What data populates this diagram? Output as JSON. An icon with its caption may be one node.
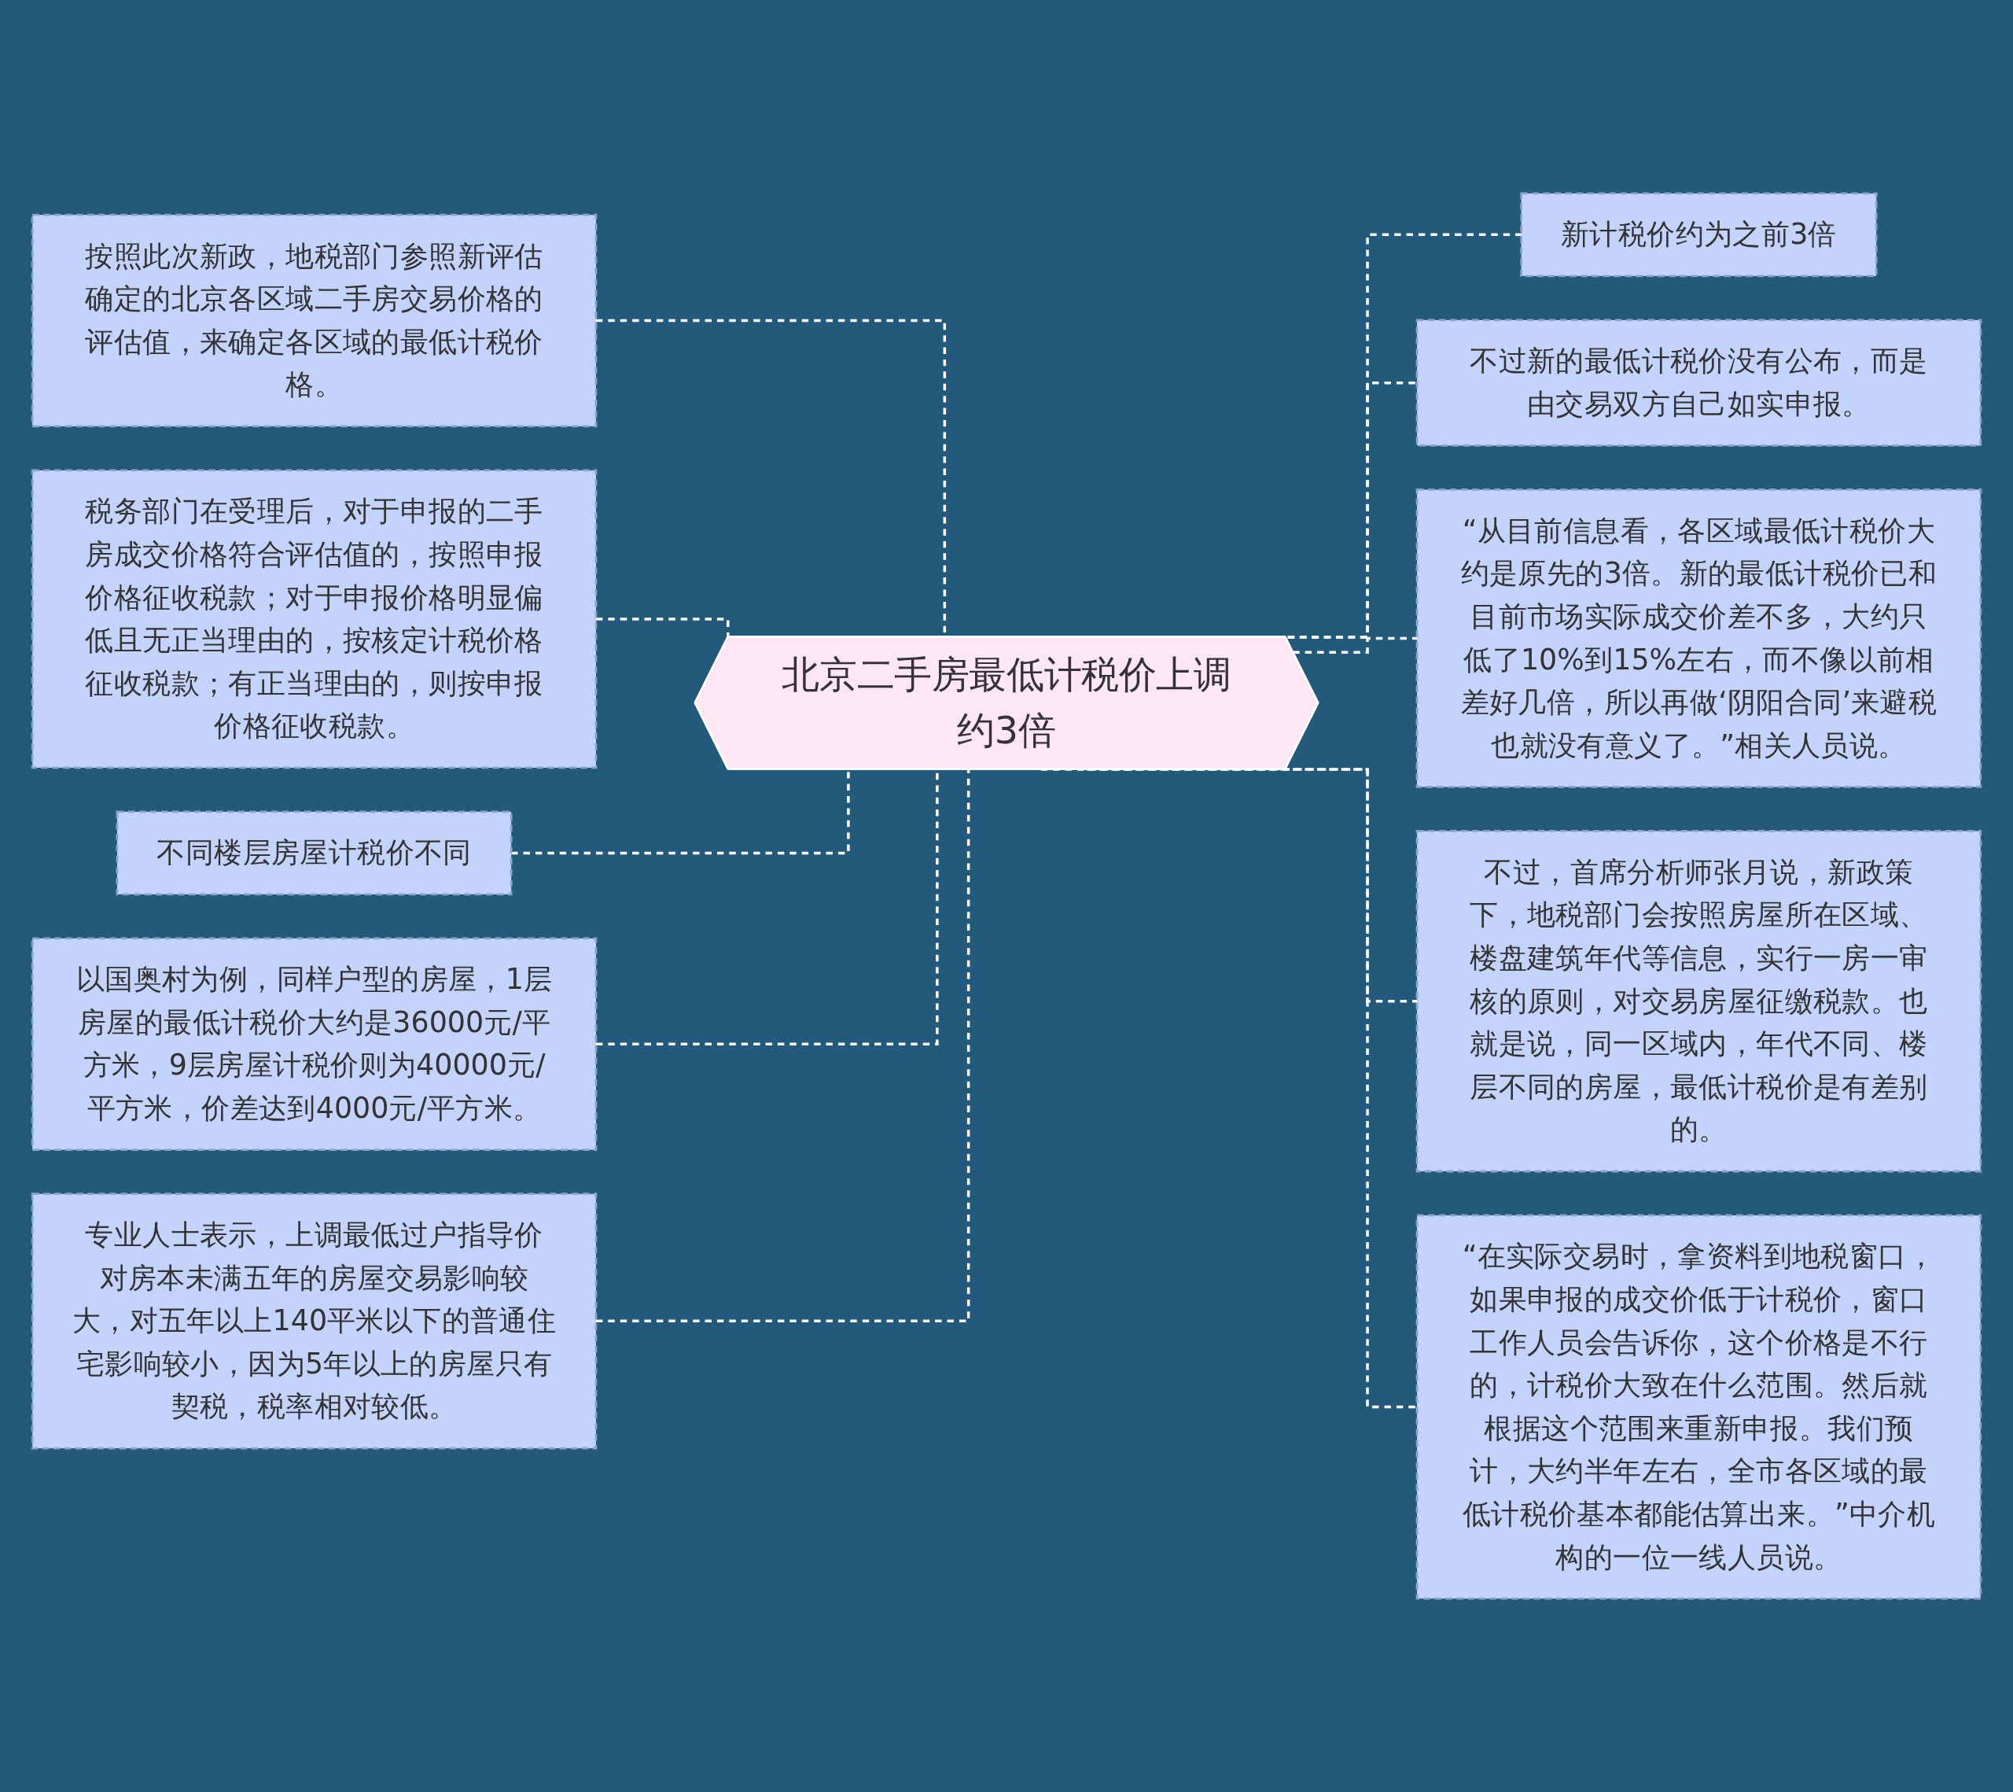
{
  "diagram": {
    "nodes": [
      {
        "text": [
          "北京二手房最低计税价上调约3倍"
        ]
      },
      {
        "text": [
          "按照此次新政，地税部门参照新评估确定的北京各区域二手房交易价格的评估值，来确定各区域的最低计税价格。"
        ]
      },
      {
        "text": [
          "税务部门在受理后，对于申报的二手房成交价格符合评估值的，按照申报价格征收税款；对于申报价格明显偏低且无正当理由的，按核定计税价格征收税款；有正当理由的，则按申报价格征收税款。"
        ]
      },
      {
        "text": [
          "不同楼层房屋计税价不同"
        ]
      },
      {
        "text": [
          "以国奥村为例，同样户型的房屋，1层房屋的最低计税价大约是36000元/平方米，9层房屋计税价则为40000元/平方米，价差达到4000元/平方米。"
        ]
      },
      {
        "text": [
          "专业人士表示，上调最低过户指导价对房本未满五年的房屋交易影响较大，对五年以上140平米以下的普通住宅影响较小，因为5年以上的房屋只有契税，税率相对较低。"
        ]
      },
      {
        "text": [
          "新计税价约为之前3倍"
        ]
      },
      {
        "text": [
          "不过新的最低计税价没有公布，而是由交易双方自己如实申报。"
        ]
      },
      {
        "text": [
          "“从目前信息看，各区域最低计税价大约是原先的3倍。新的最低计税价已和目前市场实际成交价差不多，大约只低了10%到15%左右，而不像以前相差好几倍，所以再做‘阴阳合同’来避税也就没有意义了。”相关人员说。"
        ]
      },
      {
        "text": [
          "不过，首席分析师张月说，新政策下，地税部门会按照房屋所在区域、楼盘建筑年代等信息，实行一房一审核的原则，对交易房屋征缴税款。也就是说，同一区域内，年代不同、楼层不同的房屋，最低计税价是有差别的。"
        ]
      },
      {
        "text": [
          "“在实际交易时，拿资料到地税窗口，如果申报的成交价低于计税价，窗口工作人员会告诉你，这个价格是不行的，计税价大致在什么范围。然后就根据这个范围来重新申报。我们预计，大约半年左右，全市各区域的最低计税价基本都能估算出来。”中介机构的一位一线人员说。"
        ]
      }
    ],
    "edges": [
      {
        "from": 0,
        "to": 1,
        "arrow": "none",
        "style": "dashed"
      },
      {
        "from": 0,
        "to": 2,
        "arrow": "none",
        "style": "dashed"
      },
      {
        "from": 0,
        "to": 3,
        "arrow": "none",
        "style": "dashed"
      },
      {
        "from": 0,
        "to": 4,
        "arrow": "none",
        "style": "dashed"
      },
      {
        "from": 0,
        "to": 5,
        "arrow": "none",
        "style": "dashed"
      },
      {
        "from": 0,
        "to": 6,
        "arrow": "none",
        "style": "dashed"
      },
      {
        "from": 0,
        "to": 7,
        "arrow": "none",
        "style": "dashed"
      },
      {
        "from": 0,
        "to": 8,
        "arrow": "none",
        "style": "dashed"
      },
      {
        "from": 0,
        "to": 9,
        "arrow": "none",
        "style": "dashed"
      },
      {
        "from": 0,
        "to": 10,
        "arrow": "none",
        "style": "dashed"
      }
    ]
  }
}
